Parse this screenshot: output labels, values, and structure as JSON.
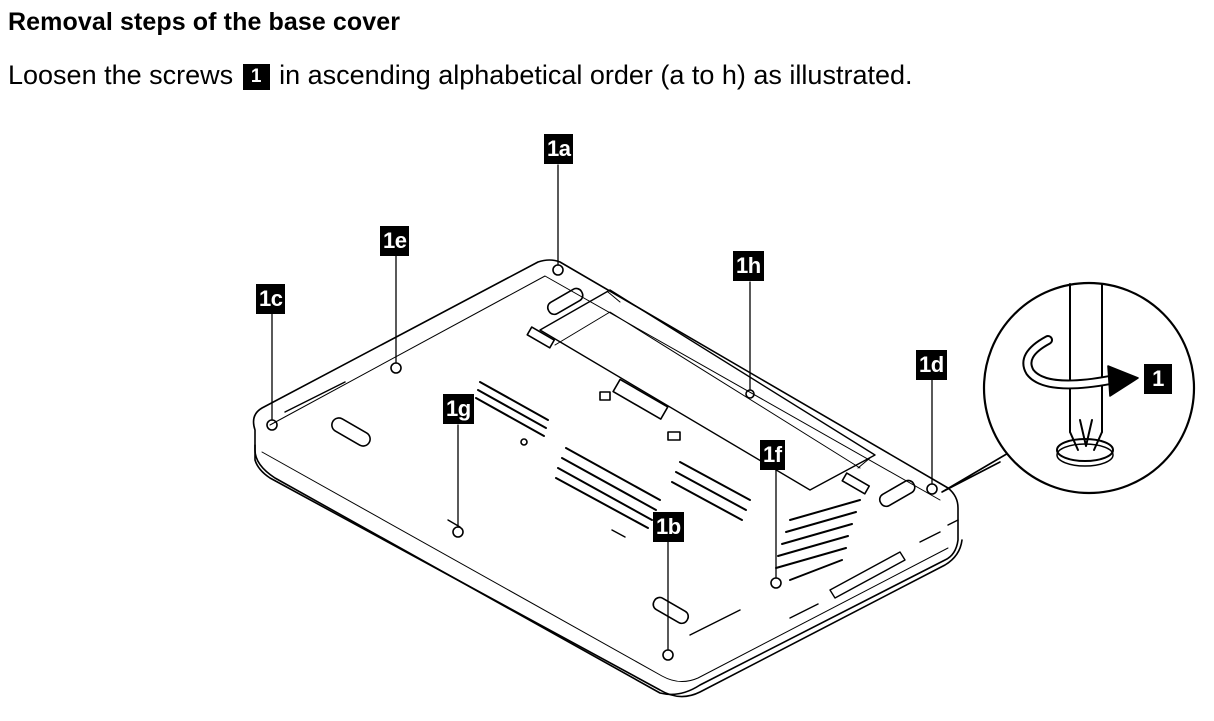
{
  "heading": "Removal steps of the base cover",
  "instruction": {
    "before": "Loosen the screws ",
    "step_badge": "1",
    "after": " in ascending alphabetical order (a to h) as illustrated."
  },
  "callouts": {
    "a": "1a",
    "b": "1b",
    "c": "1c",
    "d": "1d",
    "e": "1e",
    "f": "1f",
    "g": "1g",
    "h": "1h"
  },
  "detail_step": "1"
}
